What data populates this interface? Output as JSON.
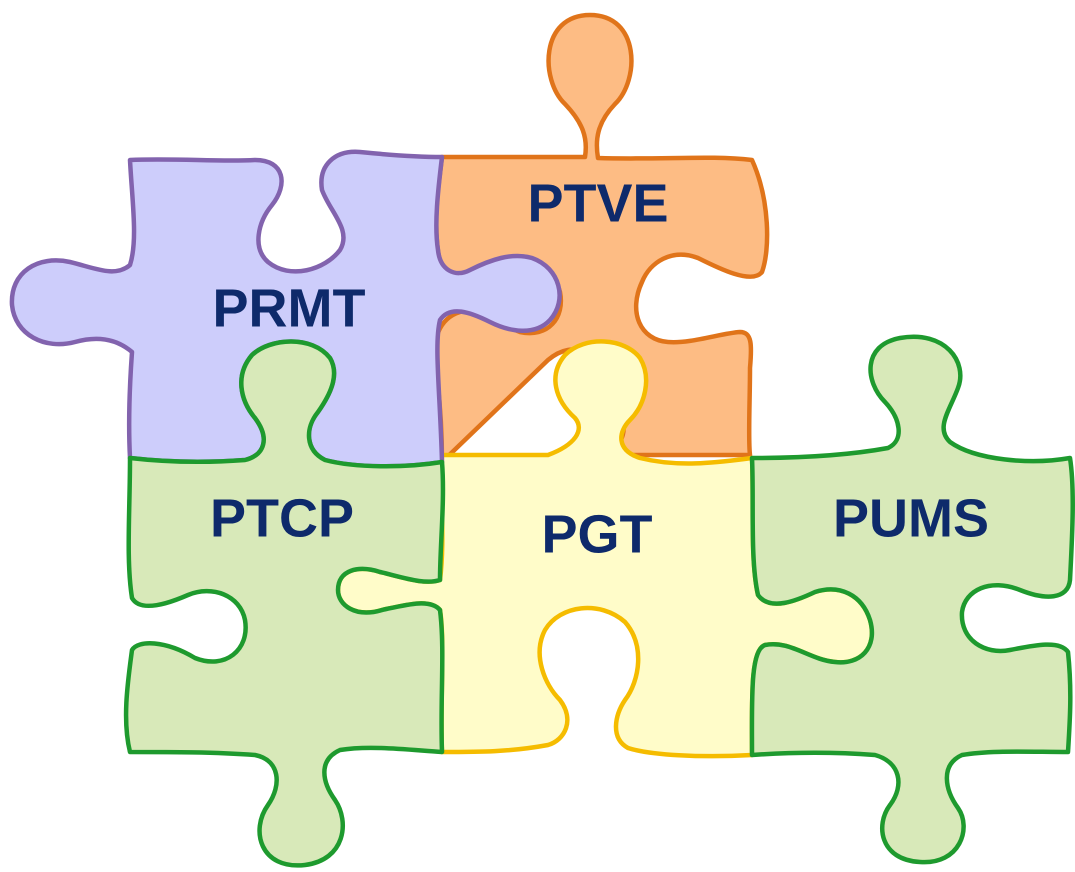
{
  "pieces": {
    "ptve": {
      "label": "PTVE",
      "fill": "#FDBC84",
      "stroke": "#E0741A"
    },
    "prmt": {
      "label": "PRMT",
      "fill": "#CDCDFB",
      "stroke": "#8263AE"
    },
    "ptcp": {
      "label": "PTCP",
      "fill": "#D8E9B9",
      "stroke": "#1E9A2E"
    },
    "pgt": {
      "label": "PGT",
      "fill": "#FFFCC9",
      "stroke": "#F5BC00"
    },
    "pums": {
      "label": "PUMS",
      "fill": "#D8E9B9",
      "stroke": "#1E9A2E"
    }
  },
  "label_color": "#0E2A6B"
}
